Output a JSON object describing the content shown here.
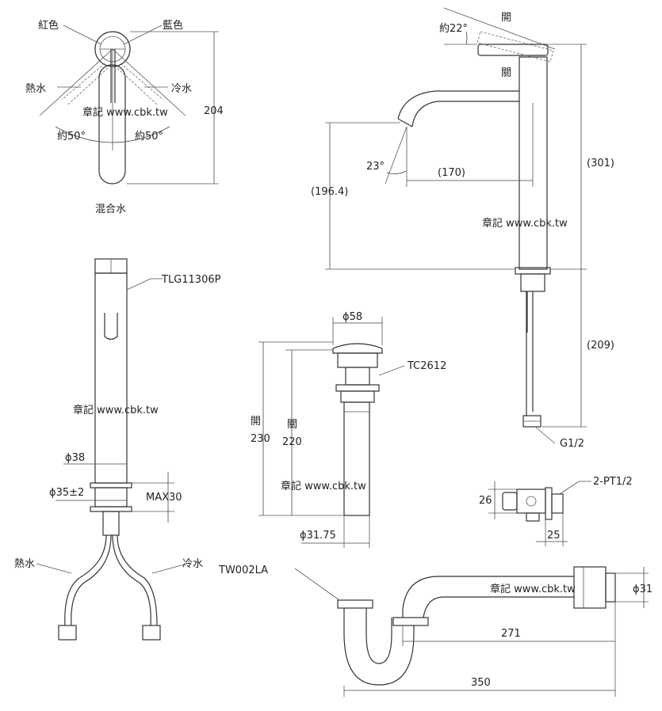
{
  "top_left": {
    "red": "紅色",
    "blue": "藍色",
    "hot": "熱水",
    "cold": "冷水",
    "angle_left": "約50°",
    "angle_right": "約50°",
    "mixed": "混合水",
    "height": "204"
  },
  "top_right": {
    "open": "開",
    "close": "關",
    "angle_open": "約22°",
    "angle_spout": "23°",
    "reach": "(170)",
    "spout_height": "(196.4)",
    "body_height": "(301)",
    "hose_length": "(209)",
    "hose_thread": "G1/2"
  },
  "side_view": {
    "model": "TLG11306P",
    "body_dia": "ϕ38",
    "hole_dia": "ϕ35±2",
    "max_deck": "MAX30",
    "hot": "熱水",
    "cold": "冷水"
  },
  "drain": {
    "model": "TC2612",
    "top_dia": "ϕ58",
    "open_label": "開",
    "open_value": "230",
    "close_label": "關",
    "close_value": "220",
    "pipe_dia": "ϕ31.75"
  },
  "valve": {
    "model": "2-PT1/2",
    "height": "26",
    "depth": "25"
  },
  "ptrap": {
    "model": "TW002LA",
    "outlet_dia": "ϕ31",
    "length_271": "271",
    "length_350": "350"
  },
  "watermark": "章記 www.cbk.tw"
}
